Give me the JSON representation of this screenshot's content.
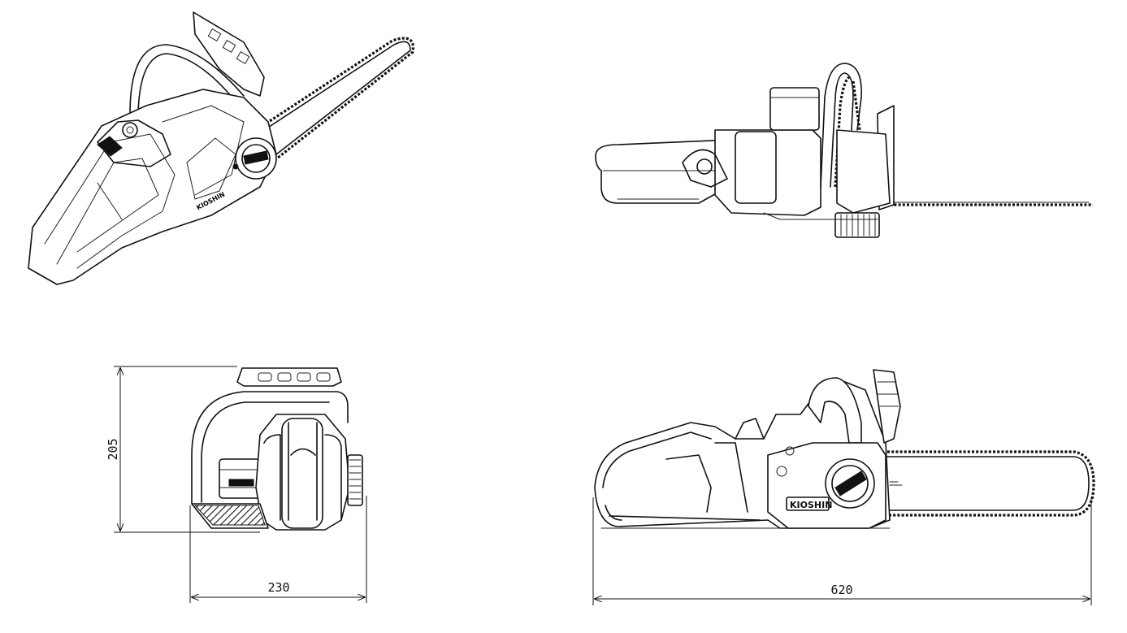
{
  "dimensions": {
    "height_label": "205",
    "depth_label": "230",
    "length_label": "620"
  },
  "brand_marks": {
    "side_logo": "KIOSHIN"
  }
}
